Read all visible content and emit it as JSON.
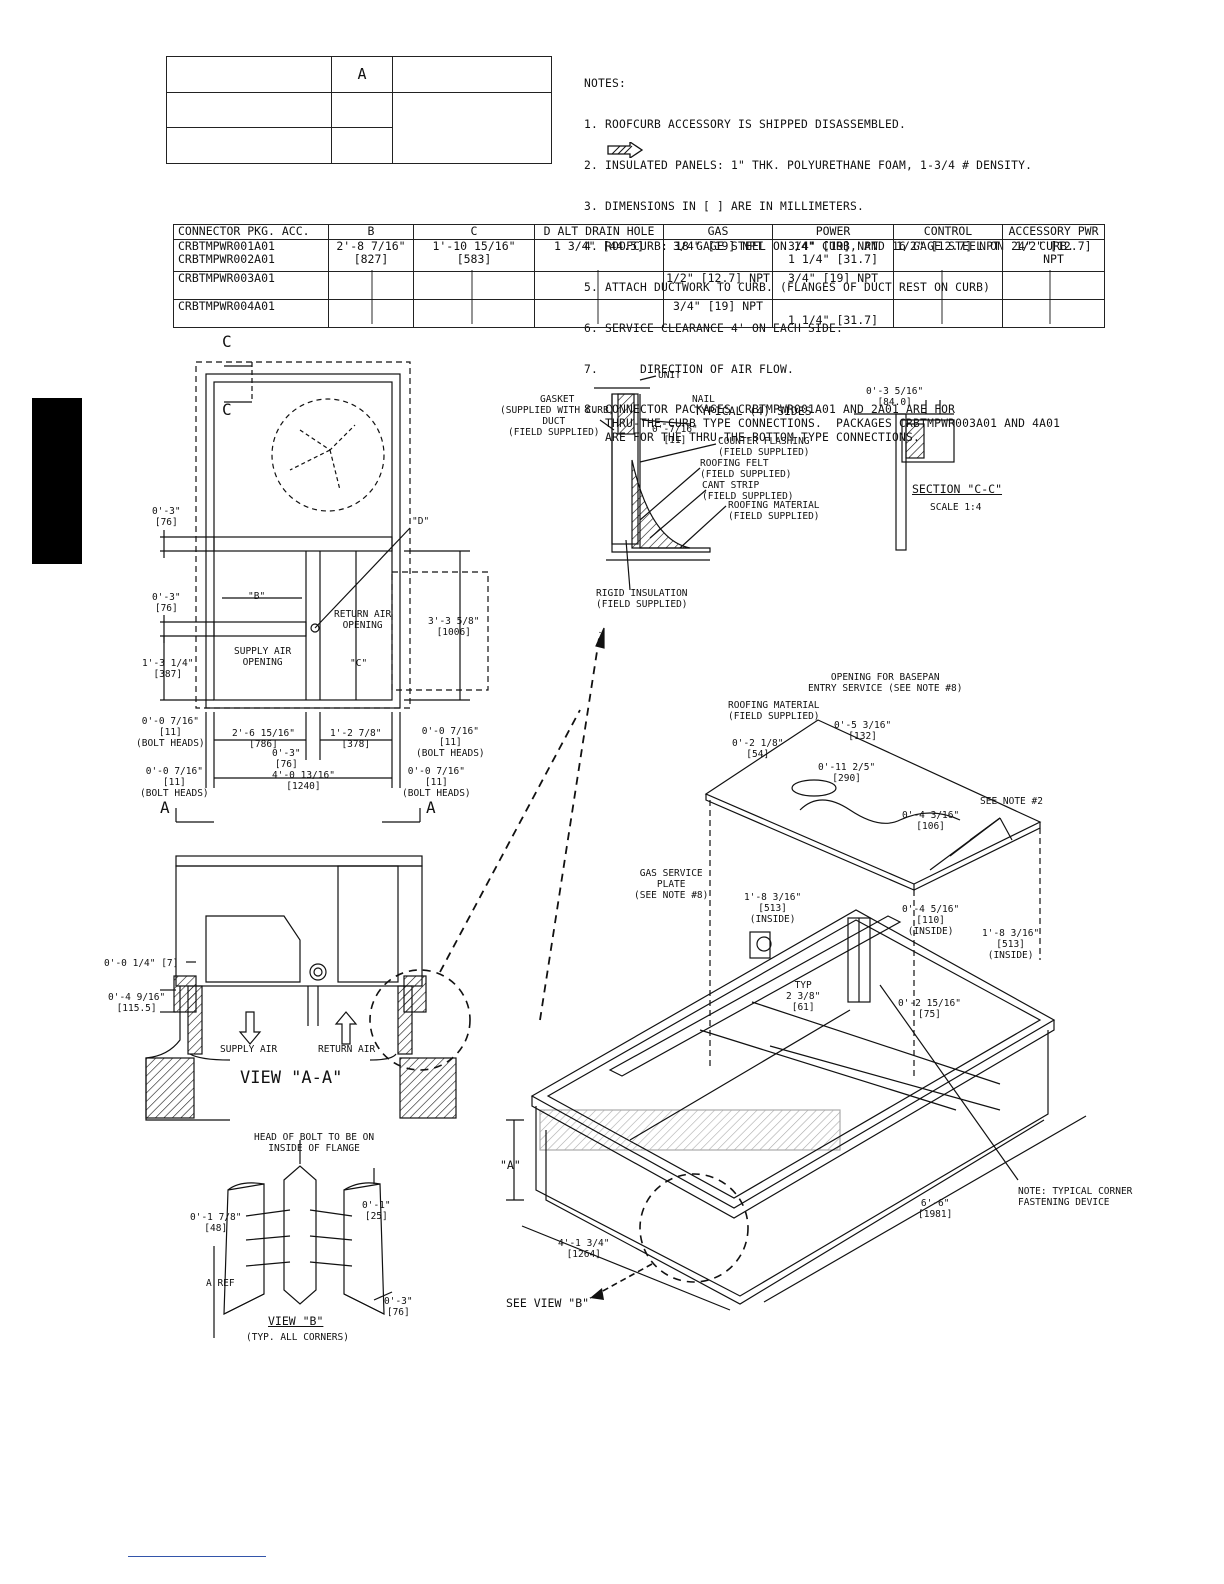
{
  "dimension_table": {
    "header": [
      "",
      "A",
      ""
    ],
    "rows": [
      [
        "",
        "",
        ""
      ],
      [
        "",
        "",
        ""
      ]
    ]
  },
  "notes": {
    "heading": "NOTES:",
    "items": [
      "1. ROOFCURB ACCESSORY IS SHIPPED DISASSEMBLED.",
      "2. INSULATED PANELS: 1\" THK. POLYURETHANE FOAM, 1-3/4 # DENSITY.",
      "3. DIMENSIONS IN [ ] ARE IN MILLIMETERS.",
      "4. ROOFCURB: 18 GAGE STEEL ON 14\" CURB, AND 16 GAGE STEEL ON 24\" CURB.",
      "5. ATTACH DUCTWORK TO CURB. (FLANGES OF DUCT REST ON CURB)",
      "6. SERVICE CLEARANCE 4' ON EACH SIDE.",
      "7.      DIRECTION OF AIR FLOW.",
      "8. CONNECTOR PACKAGES CRBTMPWR001A01 AND 2A01 ARE FOR\n   THRU-THE-CURB TYPE CONNECTIONS.  PACKAGES CRBTMPWR003A01 AND 4A01\n   ARE FOR THE THRU-THE-BOTTOM TYPE CONNECTIONS."
    ]
  },
  "connector_table": {
    "headers": [
      "CONNECTOR PKG. ACC.",
      "B",
      "C",
      "D ALT DRAIN HOLE",
      "GAS",
      "POWER",
      "CONTROL",
      "ACCESSORY PWR"
    ],
    "rows": [
      [
        "CRBTMPWR001A01\nCRBTMPWR002A01",
        "2'-8 7/16\"\n[827]",
        "1'-10 15/16\"\n[583]",
        "1 3/4\" [44.5]",
        "3/4\" [19] NPT",
        "3/4\" [19] NPT\n1 1/4\" [31.7]",
        "1/2\" [12.7] NPT",
        "1/2\" [12.7] NPT"
      ],
      [
        "CRBTMPWR003A01",
        "",
        "",
        "",
        "1/2\" [12.7] NPT",
        "3/4\" [19] NPT",
        "",
        ""
      ],
      [
        "CRBTMPWR004A01",
        "",
        "",
        "",
        "3/4\" [19] NPT",
        "1 1/4\" [31.7]",
        "",
        ""
      ]
    ]
  },
  "plan_view": {
    "section_marker": "C",
    "labels": {
      "d": "\"D\"",
      "b": "\"B\"",
      "c": "\"C\"",
      "return_air": "RETURN AIR\nOPENING",
      "supply_air": "SUPPLY AIR\nOPENING",
      "dim_top": "0'-3\"\n[76]",
      "dim_mid": "0'-3\"\n[76]",
      "dim_low": "1'-3 1/4\"\n[387]",
      "dim_right": "3'-3 5/8\"\n[1006]",
      "bolt_left": "0'-0 7/16\"\n[11]\n(BOLT HEADS)",
      "bolt_right": "0'-0 7/16\"\n[11]\n(BOLT HEADS)",
      "width_a": "2'-6 15/16\"\n[786]",
      "width_b": "1'-2 7/8\"\n[378]",
      "width_c": "0'-3\"\n[76]",
      "bolt_left2": "0'-0 7/16\"\n[11]\n(BOLT HEADS)",
      "overall": "4'-0 13/16\"\n[1240]",
      "bolt_right2": "0'-0 7/16\"\n[11]\n(BOLT HEADS)",
      "section_a_left": "A",
      "section_a_right": "A"
    }
  },
  "flashing_detail": {
    "labels": {
      "unit": "UNIT",
      "gasket": "GASKET\n(SUPPLIED WITH CURB)",
      "nail": "NAIL",
      "typical": "TYPICAL (4) SIDES",
      "duct": "DUCT\n(FIELD SUPPLIED)",
      "dim": "0'-7/16\"\n[11]",
      "counter": "COUNTER FLASHING\n(FIELD SUPPLIED)",
      "felt": "ROOFING FELT\n(FIELD SUPPLIED)",
      "cant": "CANT STRIP\n(FIELD SUPPLIED)",
      "roofing": "ROOFING MATERIAL\n(FIELD SUPPLIED)",
      "insulation": "RIGID INSULATION\n(FIELD SUPPLIED)"
    }
  },
  "section_cc": {
    "dim": "0'-3 5/16\"\n[84.0]",
    "title": "SECTION \"C-C\"",
    "scale": "SCALE 1:4"
  },
  "view_aa": {
    "dim_top": "0'-0 1/4\" [7]",
    "dim_side": "0'-4 9/16\"\n[115.5]",
    "supply": "SUPPLY AIR",
    "return": "RETURN AIR",
    "title": "VIEW \"A-A\""
  },
  "view_b": {
    "head_note": "HEAD OF BOLT TO BE ON\nINSIDE OF FLANGE",
    "dim_left": "0'-1 7/8\"\n[48]",
    "dim_right": "0'-1\"\n[25]",
    "ref": "A REF",
    "dim_bottom": "0'-3\"\n[76]",
    "title": "VIEW \"B\"",
    "subtitle": "(TYP. ALL CORNERS)"
  },
  "iso_view": {
    "opening": "OPENING FOR BASEPAN\nENTRY SERVICE (SEE NOTE #8)",
    "roofing": "ROOFING MATERIAL\n(FIELD SUPPLIED)",
    "d1": "0'-5 3/16\"\n[132]",
    "d2": "0'-2 1/8\"\n[54]",
    "d3": "0'-11 2/5\"\n[290]",
    "see_note": "SEE NOTE #2",
    "d4": "0'-4 3/16\"\n[106]",
    "gas": "GAS SERVICE\nPLATE\n(SEE NOTE #8)",
    "d5": "1'-8 3/16\"\n[513]\n(INSIDE)",
    "d6": "0'-4 5/16\"\n[110]\n(INSIDE)",
    "d7": "1'-8 3/16\"\n[513]\n(INSIDE)",
    "typ": "TYP\n2 3/8\"\n[61]",
    "d8": "0'-2 15/16\"\n[75]",
    "a": "\"A\"",
    "corner": "NOTE: TYPICAL CORNER\nFASTENING DEVICE",
    "len": "6'-6\"\n[1981]",
    "wid": "4'-1 3/4\"\n[1264]",
    "see_b": "SEE VIEW \"B\""
  }
}
